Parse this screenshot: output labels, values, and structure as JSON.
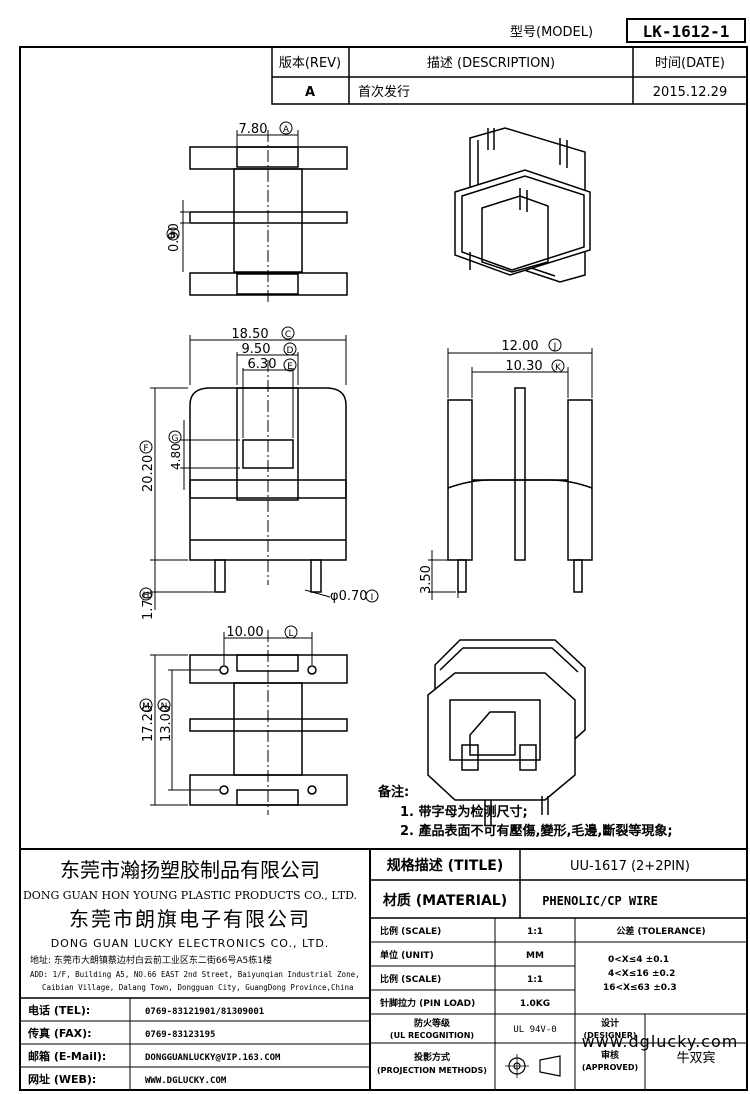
{
  "header": {
    "model_label": "型号(MODEL)",
    "model_value": "LK-1612-1"
  },
  "revision_table": {
    "headers": {
      "rev": "版本(REV)",
      "description": "描述 (DESCRIPTION)",
      "date": "时间(DATE)"
    },
    "row": {
      "rev": "A",
      "description": "首次发行",
      "date": "2015.12.29"
    }
  },
  "dimensions": {
    "top_view": {
      "a": "7.80",
      "a_tag": "A",
      "b": "0.90",
      "b_tag": "B"
    },
    "front_view": {
      "c": "18.50",
      "c_tag": "C",
      "d": "9.50",
      "d_tag": "D",
      "e": "6.30",
      "e_tag": "E",
      "f": "20.20",
      "f_tag": "F",
      "g": "4.80",
      "g_tag": "G",
      "h": "1.70",
      "h_tag": "H",
      "i": "φ0.70",
      "i_tag": "I"
    },
    "side_view": {
      "j": "12.00",
      "j_tag": "J",
      "k": "10.30",
      "k_tag": "K",
      "pin": "3.50"
    },
    "bottom_view": {
      "l": "10.00",
      "l_tag": "L",
      "m": "17.20",
      "m_tag": "M",
      "n": "13.00",
      "n_tag": "N"
    }
  },
  "notes": {
    "title": "备注:",
    "items": [
      "1. 带字母为检测尺寸;",
      "2. 產品表面不可有壓傷,變形,毛邊,斷裂等現象;"
    ]
  },
  "company": {
    "name1_cn": "东莞市瀚扬塑胶制品有限公司",
    "name1_en": "DONG GUAN HON YOUNG PLASTIC PRODUCTS CO., LTD.",
    "name2_cn": "东莞市朗旗电子有限公司",
    "name2_en": "DONG GUAN LUCKY ELECTRONICS CO., LTD.",
    "address_cn": "地址: 东莞市大朗镇蔡边村白云前工业区东二街66号A5栋1楼",
    "address_en1": "ADD: 1/F, Building A5, NO.66 EAST 2nd Street, Baiyunqian Industrial Zone,",
    "address_en2": "Caibian Village, Dalang Town, Dongguan City, GuangDong Province,China"
  },
  "contacts": [
    {
      "label": "电话 (TEL):",
      "value": "0769-83121901/81309001"
    },
    {
      "label": "传真 (FAX):",
      "value": "0769-83123195"
    },
    {
      "label": "邮箱 (E-Mail):",
      "value": "DONGGUANLUCKY@VIP.163.COM"
    },
    {
      "label": "网址 (WEB):",
      "value": "WWW.DGLUCKY.COM"
    }
  ],
  "spec": {
    "title_label": "规格描述 (TITLE)",
    "title_value": "UU-1617 (2+2PIN)",
    "material_label": "材质 (MATERIAL)",
    "material_value": "PHENOLIC/CP WIRE",
    "scale_label": "比例 (SCALE)",
    "scale_value": "1:1",
    "unit_label": "单位 (UNIT)",
    "unit_value": "MM",
    "scale2_label": "比例 (SCALE)",
    "scale2_value": "1:1",
    "pin_load_label": "针脚拉力 (PIN LOAD)",
    "pin_load_value": "1.0KG",
    "ul_label1": "防火等级",
    "ul_label2": "(UL RECOGNITION)",
    "ul_value": "UL 94V-0",
    "proj_label1": "投影方式",
    "proj_label2": "(PROJECTION METHODS)",
    "tolerance_title": "公差 (TOLERANCE)",
    "tolerances": [
      "0<X≤4   ±0.1",
      "4<X≤16  ±0.2",
      "16<X≤63  ±0.3"
    ],
    "designer_label1": "设计",
    "designer_label2": "(DESIGNER)",
    "approved_label1": "审核",
    "approved_label2": "(APPROVED)",
    "approved_value": "牛双宾"
  },
  "watermark": "www.dglucky.com"
}
